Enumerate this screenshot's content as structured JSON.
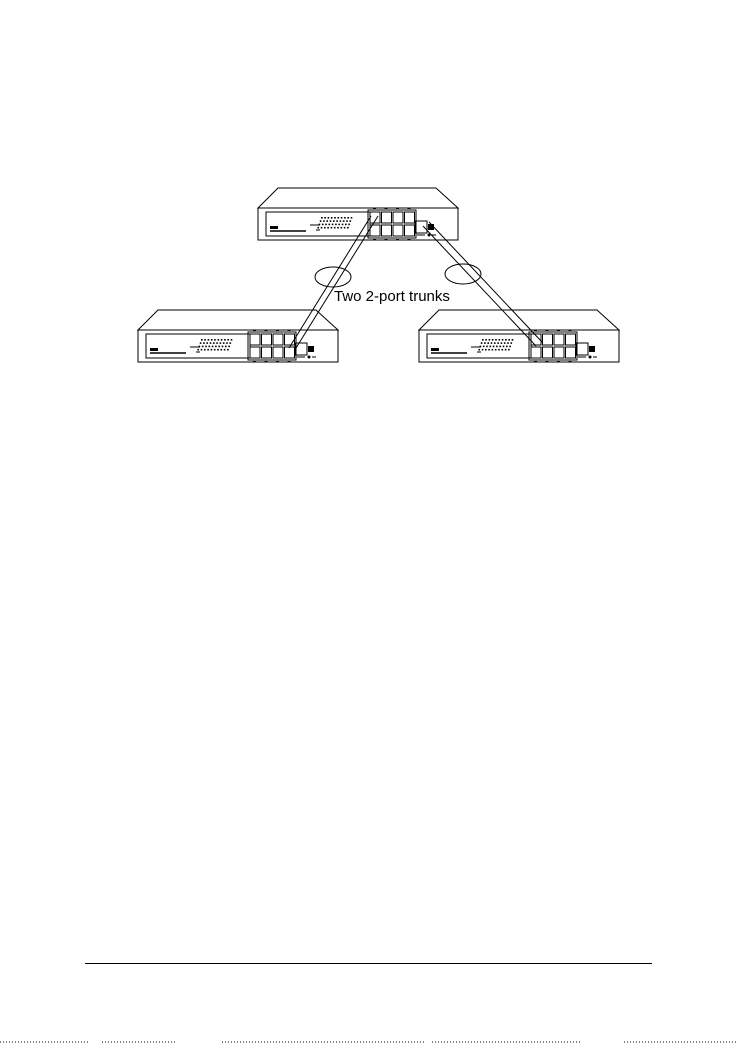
{
  "diagram": {
    "trunk_label": "Two 2-port trunks",
    "switches": [
      {
        "id": "top-switch",
        "role": "center"
      },
      {
        "id": "left-switch",
        "role": "left"
      },
      {
        "id": "right-switch",
        "role": "right"
      }
    ],
    "trunks": [
      {
        "from": "top-switch",
        "to": "left-switch",
        "links": 2
      },
      {
        "from": "top-switch",
        "to": "right-switch",
        "links": 2
      }
    ]
  },
  "colors": {
    "line": "#000000",
    "background": "#ffffff"
  }
}
